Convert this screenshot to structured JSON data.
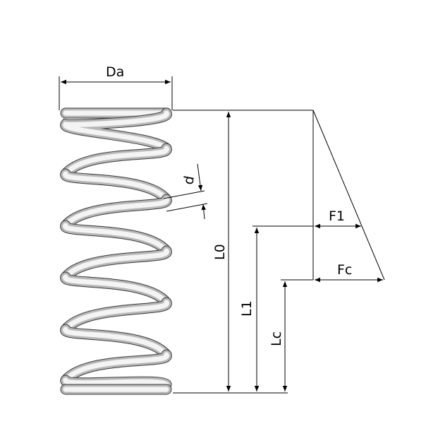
{
  "labels": {
    "da": "Da",
    "d": "d",
    "l0": "L0",
    "l1": "L1",
    "lc": "Lc",
    "f1": "F1",
    "fc": "Fc"
  },
  "colors": {
    "line": "#000000",
    "wire_light": "#f4f4f4",
    "wire_mid": "#b8b8b8",
    "wire_dark": "#6e6e6e",
    "wire_edge": "#3a3a3a"
  }
}
